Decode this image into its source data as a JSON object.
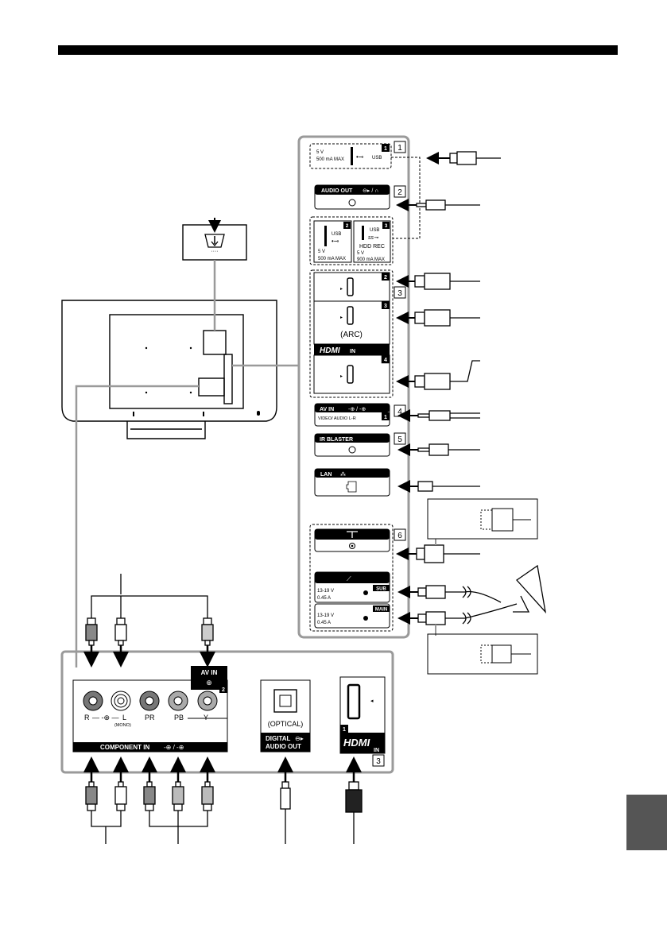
{
  "panel_numbers": {
    "n1": "1",
    "n2": "2",
    "n3": "3",
    "n4": "4",
    "n5": "5",
    "n6": "6"
  },
  "usb1": {
    "power": "5 V",
    "current": "500 mA MAX",
    "label": "USB",
    "badge": "1"
  },
  "audio_out": {
    "label": "AUDIO OUT"
  },
  "usb2": {
    "label": "USB",
    "power": "5 V",
    "current": "500 mA MAX",
    "badge": "2"
  },
  "usb3": {
    "label": "USB",
    "sub": "HDD REC",
    "power": "5 V",
    "current": "900 mA MAX",
    "badge": "3"
  },
  "hdmi_side": {
    "badge2": "2",
    "badge3": "3",
    "arc": "(ARC)",
    "brand": "HDMI",
    "in": "IN",
    "badge4": "4"
  },
  "av_in": {
    "label": "AV IN",
    "sub": "VIDEO/ AUDIO L-R",
    "badge": "1"
  },
  "ir_blaster": {
    "label": "IR BLASTER"
  },
  "lan": {
    "label": "LAN"
  },
  "sat": {
    "sub_label": "SUB",
    "main_label": "MAIN",
    "voltage": "13-19 V",
    "current": "0.45 A"
  },
  "bottom": {
    "av_in2": "AV IN",
    "av_badge": "2",
    "r": "R",
    "l": "L",
    "mono": "(MONO)",
    "pr": "PR",
    "pb": "PB",
    "y": "Y",
    "component": "COMPONENT IN",
    "optical": "(OPTICAL)",
    "digital1": "DIGITAL",
    "digital2": "AUDIO OUT",
    "hdmi_badge": "1",
    "hdmi_brand": "HDMI",
    "hdmi_in": "IN",
    "box_num": "3"
  }
}
